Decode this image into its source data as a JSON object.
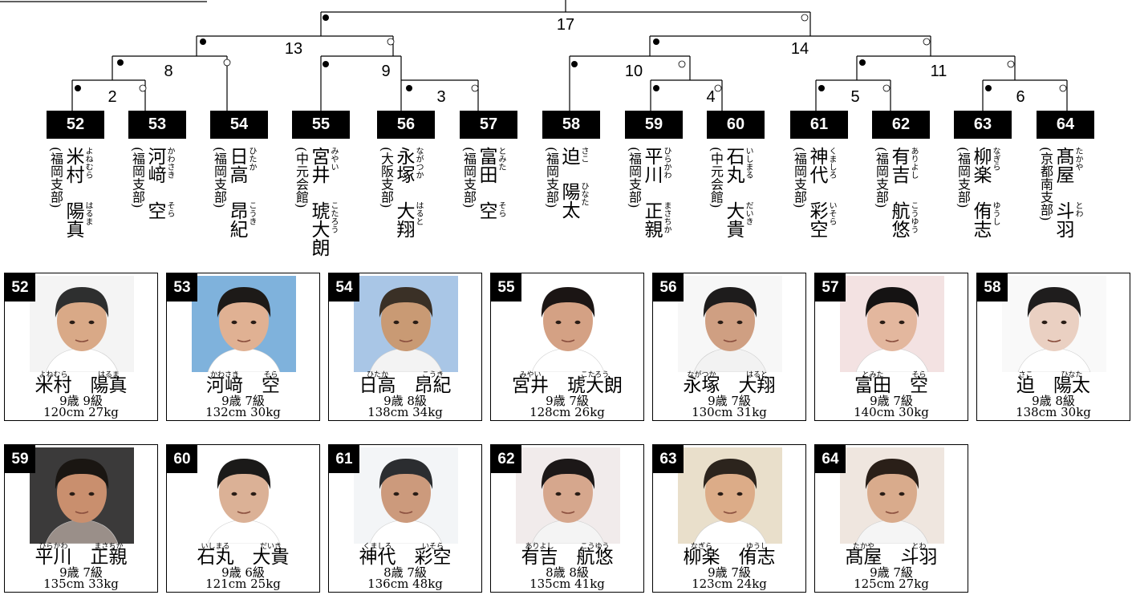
{
  "bracket": {
    "matches": [
      "17",
      "13",
      "14",
      "8",
      "9",
      "10",
      "11",
      "2",
      "3",
      "4",
      "5",
      "6"
    ]
  },
  "entries": [
    {
      "seed": "52",
      "branch": "(福岡支部)",
      "family": "米村",
      "given": "陽真",
      "family_ruby": "よねむら",
      "given_ruby": "はるま",
      "age": "9歳",
      "grade": "9級",
      "height": "120cm",
      "weight": "27kg",
      "photo": {
        "bg": "#f4f4f4",
        "hair": "#2e2f2f",
        "skin": "#d9a987",
        "shirt": "#ffffff"
      }
    },
    {
      "seed": "53",
      "branch": "(福岡支部)",
      "family": "河﨑",
      "given": "空",
      "family_ruby": "かわさき",
      "given_ruby": "そら",
      "age": "9歳",
      "grade": "7級",
      "height": "132cm",
      "weight": "30kg",
      "photo": {
        "bg": "#7fb2dc",
        "hair": "#1d1a18",
        "skin": "#e0b193",
        "shirt": "#ffffff"
      }
    },
    {
      "seed": "54",
      "branch": "(福岡支部)",
      "family": "日高",
      "given": "昂紀",
      "family_ruby": "ひたか",
      "given_ruby": "こうき",
      "age": "9歳",
      "grade": "8級",
      "height": "138cm",
      "weight": "34kg",
      "photo": {
        "bg": "#a9c6e6",
        "hair": "#3a3026",
        "skin": "#c99a74",
        "shirt": "#f3f3f3"
      }
    },
    {
      "seed": "55",
      "branch": "(中元会館)",
      "family": "宮井",
      "given": "琥大朗",
      "family_ruby": "みやい",
      "given_ruby": "こたろう",
      "age": "9歳",
      "grade": "7級",
      "height": "128cm",
      "weight": "26kg",
      "photo": {
        "bg": "#ffffff",
        "hair": "#1b1514",
        "skin": "#d4a184",
        "shirt": "#ffffff"
      }
    },
    {
      "seed": "56",
      "branch": "(大阪支部)",
      "family": "永塚",
      "given": "大翔",
      "family_ruby": "ながつか",
      "given_ruby": "はると",
      "age": "9歳",
      "grade": "7級",
      "height": "130cm",
      "weight": "31kg",
      "photo": {
        "bg": "#f7f7f7",
        "hair": "#1e1c1c",
        "skin": "#cf9f82",
        "shirt": "#f2f2f2"
      }
    },
    {
      "seed": "57",
      "branch": "(福岡支部)",
      "family": "富田",
      "given": "空",
      "family_ruby": "とみた",
      "given_ruby": "そら",
      "age": "9歳",
      "grade": "7級",
      "height": "140cm",
      "weight": "30kg",
      "photo": {
        "bg": "#f3e2e2",
        "hair": "#151313",
        "skin": "#e3b79e",
        "shirt": "#ffffff"
      }
    },
    {
      "seed": "58",
      "branch": "(福岡支部)",
      "family": "迫",
      "given": "陽太",
      "family_ruby": "さこ",
      "given_ruby": "ひなた",
      "age": "9歳",
      "grade": "8級",
      "height": "138cm",
      "weight": "30kg",
      "photo": {
        "bg": "#f9f9f9",
        "hair": "#1f1d1d",
        "skin": "#ead0c2",
        "shirt": "#ffffff"
      }
    },
    {
      "seed": "59",
      "branch": "(福岡支部)",
      "family": "平川",
      "given": "正親",
      "family_ruby": "ひらかわ",
      "given_ruby": "まさちか",
      "age": "9歳",
      "grade": "7級",
      "height": "135cm",
      "weight": "33kg",
      "photo": {
        "bg": "#3b3a3a",
        "hair": "#1a1612",
        "skin": "#c98f6e",
        "shirt": "#9a8f89"
      }
    },
    {
      "seed": "60",
      "branch": "(中元会館)",
      "family": "石丸",
      "given": "大貴",
      "family_ruby": "いしまる",
      "given_ruby": "だいき",
      "age": "9歳",
      "grade": "6級",
      "height": "121cm",
      "weight": "25kg",
      "photo": {
        "bg": "#ffffff",
        "hair": "#1b1a19",
        "skin": "#dbb196",
        "shirt": "#ffffff"
      }
    },
    {
      "seed": "61",
      "branch": "(福岡支部)",
      "family": "神代",
      "given": "彩空",
      "family_ruby": "くましろ",
      "given_ruby": "いそら",
      "age": "8歳",
      "grade": "7級",
      "height": "136cm",
      "weight": "48kg",
      "photo": {
        "bg": "#f3f5f7",
        "hair": "#2b2d30",
        "skin": "#cc9a7c",
        "shirt": "#ffffff"
      }
    },
    {
      "seed": "62",
      "branch": "(福岡支部)",
      "family": "有吉",
      "given": "航悠",
      "family_ruby": "ありよし",
      "given_ruby": "こうゆう",
      "age": "8歳",
      "grade": "8級",
      "height": "135cm",
      "weight": "41kg",
      "photo": {
        "bg": "#f1ebeb",
        "hair": "#1c1818",
        "skin": "#d6a78d",
        "shirt": "#f4f4f4"
      }
    },
    {
      "seed": "63",
      "branch": "(福岡支部)",
      "family": "柳楽",
      "given": "侑志",
      "family_ruby": "なぎら",
      "given_ruby": "ゆうし",
      "age": "9歳",
      "grade": "7級",
      "height": "123cm",
      "weight": "24kg",
      "photo": {
        "bg": "#e9dfcb",
        "hair": "#2c241d",
        "skin": "#dcac88",
        "shirt": "#ffffff"
      }
    },
    {
      "seed": "64",
      "branch": "(京都南支部)",
      "family": "髙屋",
      "given": "斗羽",
      "family_ruby": "たかや",
      "given_ruby": "とわ",
      "age": "9歳",
      "grade": "7級",
      "height": "125cm",
      "weight": "27kg",
      "photo": {
        "bg": "#efe6df",
        "hair": "#2a1f18",
        "skin": "#d9ab8c",
        "shirt": "#f5f5f5"
      }
    }
  ]
}
